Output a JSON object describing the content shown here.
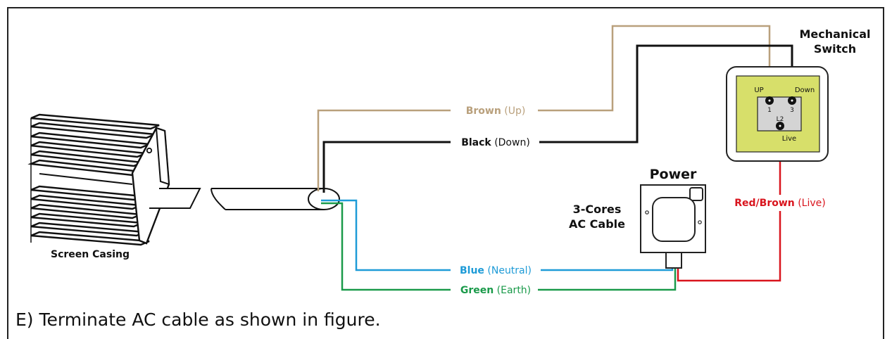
{
  "caption": "E) Terminate AC cable as shown in figure.",
  "casing": {
    "label": "Screen Casing"
  },
  "switch": {
    "title_line1": "Mechanical",
    "title_line2": "Switch",
    "label_up": "UP",
    "label_down": "Down",
    "terminal_1": "1",
    "terminal_3": "3",
    "terminal_l2": "L2",
    "label_live": "Live"
  },
  "power": {
    "title": "Power",
    "cable_line1": "3-Cores",
    "cable_line2": "AC Cable"
  },
  "wires": {
    "brown": {
      "name": "Brown",
      "note": "(Up)",
      "color": "#b9a07c"
    },
    "black": {
      "name": "Black",
      "note": "(Down)",
      "color": "#111111"
    },
    "blue": {
      "name": "Blue",
      "note": "(Neutral)",
      "color": "#1e9bd7"
    },
    "green": {
      "name": "Green",
      "note": "(Earth)",
      "color": "#1a9a4a"
    },
    "redbrown": {
      "name": "Red/Brown",
      "note": "(Live)",
      "color": "#d9141d"
    }
  },
  "colors": {
    "switch_plate": "#d7df6a",
    "switch_inner": "#d4d4d4",
    "border": "#222222"
  }
}
